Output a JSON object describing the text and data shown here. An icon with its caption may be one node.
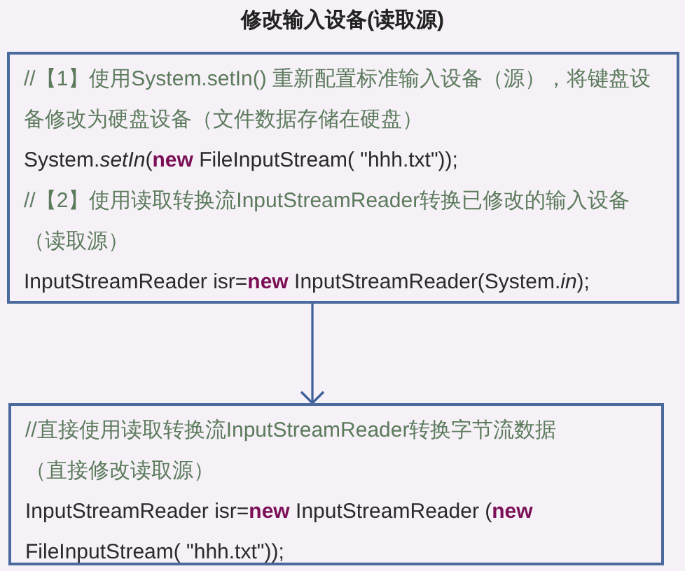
{
  "diagram": {
    "title": "修改输入设备(读取源)",
    "nodes": [
      {
        "text": [
          "//【1】使用System.setIn() 重新配置标准输入设备（源），将键盘设备修改为硬盘设备（文件数据存储在硬盘）",
          "System.*setIn*(**new** FileInputStream( \"hhh.txt\"));",
          "//【2】使用读取转换流InputStreamReader转换已修改的输入设备（读取源）",
          "InputStreamReader isr=**new** InputStreamReader(System.*in*);"
        ]
      },
      {
        "text": [
          "//直接使用读取转换流InputStreamReader转换字节流数据（直接修改读取源）",
          "InputStreamReader isr=**new** InputStreamReader (**new** FileInputStream( \"hhh.txt\"));"
        ]
      }
    ],
    "edges": [
      {
        "from": 0,
        "to": 1,
        "arrow": "to"
      }
    ]
  }
}
